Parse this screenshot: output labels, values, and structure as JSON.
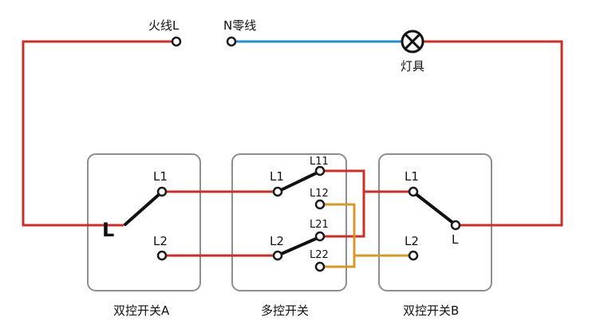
{
  "terminals": {
    "live": "火线L",
    "neutral": "N零线",
    "lamp": "灯具"
  },
  "switches": {
    "a": {
      "name": "双控开关A",
      "l1": "L1",
      "l2": "L2",
      "common": "L"
    },
    "multi": {
      "name": "多控开关",
      "l1": "L1",
      "l2": "L2",
      "l11": "L11",
      "l12": "L12",
      "l21": "L21",
      "l22": "L22"
    },
    "b": {
      "name": "双控开关B",
      "l1": "L1",
      "l2": "L2",
      "common": "L"
    }
  },
  "colors": {
    "live_wire": "#c8302a",
    "neutral_wire": "#2a8cc8",
    "crossover_wire": "#d69a2a",
    "box_border": "#8e8e8e"
  }
}
